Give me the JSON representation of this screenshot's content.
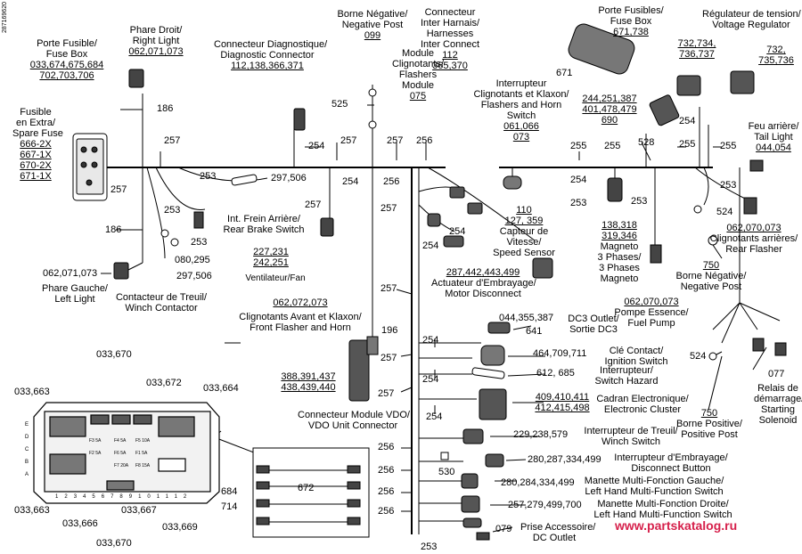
{
  "figure_id": "287169620",
  "watermark": "www.partskatalog.ru",
  "colors": {
    "watermark": "#d6204b",
    "line": "#000000"
  },
  "harness_refs": [
    "257",
    "253",
    "254",
    "255",
    "256",
    "186",
    "528"
  ],
  "callouts": {
    "porte_fusible_left": {
      "fr": "Porte Fusible/",
      "en": "Fuse Box",
      "refs1": "033,674,675,684",
      "refs2": "702,703,706"
    },
    "phare_droit": {
      "fr": "Phare Droit/",
      "en": "Right Light",
      "refs": "062,071,073"
    },
    "connecteur_diag": {
      "fr": "Connecteur Diagnostique/",
      "en": "Diagnostic Connector",
      "refs": "112,138,366,371"
    },
    "borne_neg_top": {
      "fr": "Borne Négative/",
      "en": "Negative Post",
      "refs": "099"
    },
    "connecteur_inter": {
      "l1": "Connecteur",
      "l2": "Inter Harnais/",
      "l3": "Harnesses",
      "l4": "Inter Connect",
      "refs1": "112",
      "refs2": "365,370"
    },
    "module_clignotants": {
      "l1": "Module",
      "l2": "Clignotants/",
      "l3": "Flashers",
      "l4": "Module",
      "refs": "075"
    },
    "interrupteur_klaxon": {
      "l1": "Interrupteur",
      "l2": "Clignotants et Klaxon/",
      "l3": "Flashers and Horn",
      "l4": "Switch",
      "refs1": "061,066",
      "refs2": "073"
    },
    "porte_fusibles_right": {
      "fr": "Porte Fusibles/",
      "en": "Fuse Box",
      "refs": "671,738"
    },
    "regulateur": {
      "fr": "Régulateur de tension/",
      "en": "Voltage Regulator",
      "refs1": "732,",
      "refs2": "735,736"
    },
    "regulateur_alt": {
      "refs1": "732,734,",
      "refs2": "736,737"
    },
    "ref_671": "671",
    "ref_244": {
      "r1": "244,251,387",
      "r2": "401,478,479",
      "r3": "690"
    },
    "feu_arriere": {
      "fr": "Feu arrière/",
      "en": "Tail Light",
      "refs": "044,054"
    },
    "fusible_extra": {
      "l1": "Fusible",
      "l2": "en Extra/",
      "l3": "Spare Fuse",
      "s1": "666-2X",
      "s2": "667-1X",
      "s3": "670-2X",
      "s4": "671-1X"
    },
    "ref_525": "525",
    "ref_297_506": "297,506",
    "int_frein": {
      "fr": "Int. Frein Arrière/",
      "en": "Rear Brake Switch"
    },
    "ventilateur": {
      "refs1": "227,231",
      "refs2": "242,251",
      "label": "Ventilateur/Fan"
    },
    "ref_080_295": "080,295",
    "ref_297_506b": "297,506",
    "phare_gauche": {
      "refs": "062,071,073",
      "fr": "Phare Gauche/",
      "en": "Left Light"
    },
    "contacteur_treuil": {
      "fr": "Contacteur de Treuil/",
      "en": "Winch Contactor"
    },
    "capteur_vitesse": {
      "refs1": "110",
      "refs2": "127, 359",
      "fr": "Capteur de",
      "fr2": "Vitesse/",
      "en": "Speed Sensor"
    },
    "magneto": {
      "refs1": "138,318",
      "refs2": "319,346",
      "l1": "Magneto",
      "l2": "3 Phases/",
      "l3": "3 Phases",
      "l4": "Magneto"
    },
    "clignotants_arrieres": {
      "refs": "062,070,073",
      "fr": "Clignotants arrières/",
      "en": "Rear Flasher"
    },
    "ref_524a": "524",
    "ref_524b": "524",
    "borne_neg_right": {
      "refs": "750",
      "fr": "Borne Négative/",
      "en": "Negative Post"
    },
    "actuateur": {
      "refs": "287,442,443,499",
      "fr": "Actuateur d'Embrayage/",
      "en": "Motor Disconnect"
    },
    "pompe_essence": {
      "refs": "062,070,073",
      "fr": "Pompe Essence/",
      "en": "Fuel Pump"
    },
    "clignotants_avant": {
      "refs": "062,072,073",
      "fr": "Clignotants Avant et Klaxon/",
      "en": "Front Flasher and Horn"
    },
    "dc3": {
      "refs": "044,355,387",
      "fr": "DC3 Outlet/",
      "en": "Sortie DC3",
      "ref2": "641"
    },
    "cle_contact": {
      "refs": "464,709,711",
      "fr": "Clé Contact/",
      "en": "Ignition Switch"
    },
    "switch_hazard": {
      "refs": "612, 685",
      "fr": "Interrupteur/",
      "en": "Switch Hazard"
    },
    "cadran": {
      "refs1": "409,410,411",
      "refs2": "412,415,498",
      "fr": "Cadran Electronique/",
      "en": "Electronic Cluster"
    },
    "module_vdo": {
      "refs1": "388,391,437",
      "refs2": "438,439,440",
      "fr": "Connecteur Module VDO/",
      "en": "VDO Unit Connector",
      "ref196": "196"
    },
    "interrupteur_treuil": {
      "refs": "229,238,579",
      "fr": "Interrupteur de Treuil/",
      "en": "Winch Switch"
    },
    "ref_530": "530",
    "disconnect_button": {
      "refs": "280,287,334,499",
      "fr": "Interrupteur d'Embrayage/",
      "en": "Disconnect Button"
    },
    "manette_gauche": {
      "refs": "280,284,334,499",
      "fr": "Manette Multi-Fonction Gauche/",
      "en": "Left Hand Multi-Function Switch"
    },
    "manette_droite": {
      "refs": "257,279,499,700",
      "fr": "Manette Multi-Fonction Droite/",
      "en": "Left Hand Multi-Function Switch"
    },
    "prise_accessoire": {
      "ref": "079",
      "fr": "Prise Accessoire/",
      "en": "DC Outlet"
    },
    "ref_077": "077",
    "relais_demarrage": {
      "l1": "Relais de",
      "l2": "démarrage/",
      "l3": "Starting",
      "l4": "Solenoid"
    },
    "borne_pos": {
      "refs": "750",
      "fr": "Borne Positive/",
      "en": "Positive Post"
    },
    "ref_750_top": "750",
    "fuse_box_detail": {
      "r_033_663": "033,663",
      "r_033_670": "033,670",
      "r_033_672": "033,672",
      "r_033_664": "033,664",
      "r_033_663b": "033,663",
      "r_033_666": "033,666",
      "r_033_667": "033,667",
      "r_033_669": "033,669",
      "r_033_670b": "033,670",
      "r_684": "684",
      "r_714": "714",
      "r_672": "672",
      "rows": [
        "E",
        "D",
        "C",
        "B",
        "A"
      ],
      "cols": [
        "1",
        "2",
        "3",
        "4",
        "5",
        "6",
        "7",
        "8",
        "9",
        "10",
        "11",
        "12"
      ],
      "fuses": [
        {
          "id": "F3",
          "amp": "5A"
        },
        {
          "id": "F4",
          "amp": "5A"
        },
        {
          "id": "F5",
          "amp": "10A"
        },
        {
          "id": "F2",
          "amp": "5A"
        },
        {
          "id": "F6",
          "amp": "5A"
        },
        {
          "id": "F1",
          "amp": "5A"
        },
        {
          "id": "F7",
          "amp": "20A"
        },
        {
          "id": "F8",
          "amp": "15A"
        }
      ]
    }
  }
}
